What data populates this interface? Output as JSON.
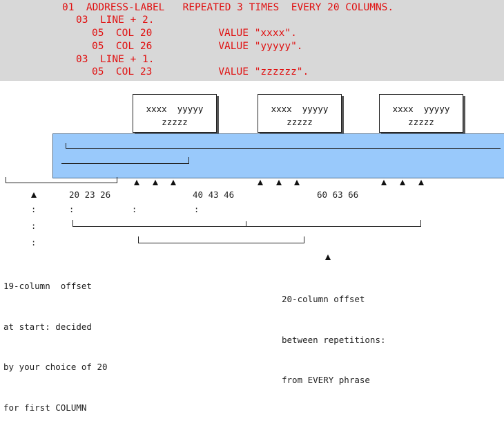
{
  "code": {
    "lines": [
      "01  ADDRESS-LABEL   REPEATED 3 TIMES  EVERY 20 COLUMNS.",
      "03  LINE + 2.",
      "05  COL 20           VALUE \"xxxx\".",
      "05  COL 26           VALUE \"yyyyy\".",
      "03  LINE + 1.",
      "05  COL 23           VALUE \"zzzzzz\"."
    ],
    "color": "#e01010"
  },
  "labels": [
    {
      "line1": "xxxx  yyyyy",
      "line2": "zzzzz"
    },
    {
      "line1": "xxxx  yyyyy",
      "line2": "zzzzz"
    },
    {
      "line1": "xxxx  yyyyy",
      "line2": "zzzzz"
    }
  ],
  "columns": {
    "group1": "20 23 26",
    "group2": "40 43 46",
    "group3": "60 63 66"
  },
  "notes": {
    "start_offset": [
      "19-column  offset",
      "at start: decided",
      "by your choice of 20",
      "for first COLUMN"
    ],
    "repeat_offset": [
      "20-column offset",
      "between repetitions:",
      "from EVERY phrase"
    ]
  },
  "colors": {
    "paper_band": "#99c9fb",
    "code_background": "#d8d8d8"
  }
}
